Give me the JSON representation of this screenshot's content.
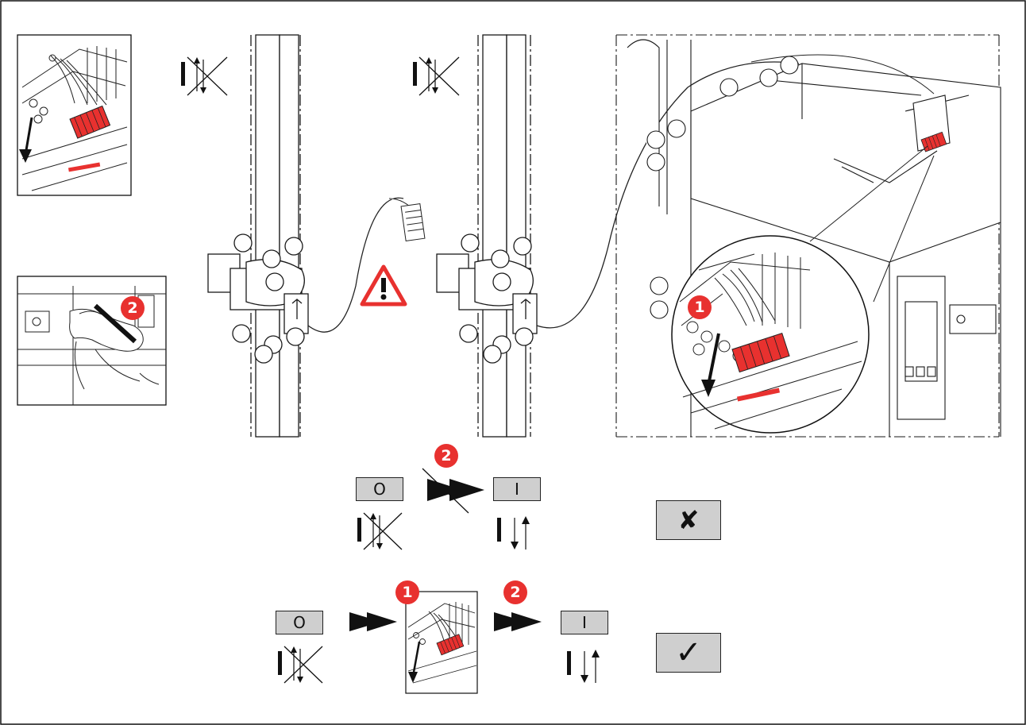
{
  "steps": {
    "badge_1": "1",
    "badge_2": "2"
  },
  "switch_states": {
    "open_label": "O",
    "closed_label": "I"
  },
  "results": {
    "wrong_symbol": "✘",
    "correct_symbol": "✓"
  },
  "colors": {
    "badge": "#e8312f",
    "connector": "#e8312f",
    "label_fill": "#cfcfcf",
    "line": "#1a1a1a"
  },
  "icons": [
    "warning-triangle-icon",
    "hand-push-icon",
    "arrow-right-icon",
    "connector-plug-icon",
    "no-current-switch-icon",
    "switch-current-icon"
  ]
}
